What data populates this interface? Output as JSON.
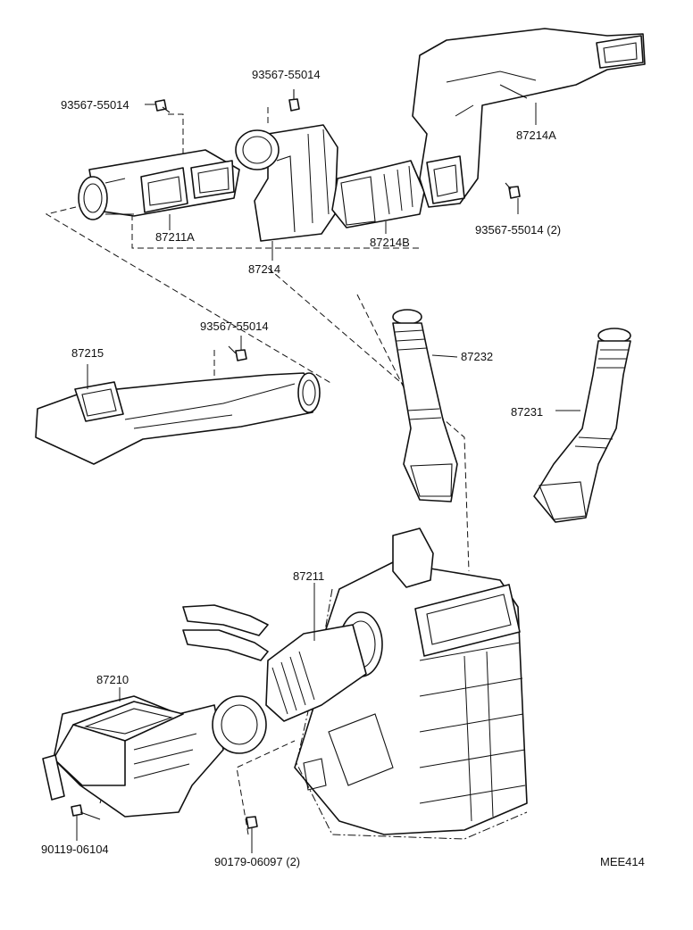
{
  "labels": {
    "screw_top_left": "93567-55014",
    "screw_top_mid": "93567-55014",
    "screw_right": "93567-55014 (2)",
    "screw_mid": "93567-55014",
    "part_87211A": "87211A",
    "part_87214": "87214",
    "part_87214B": "87214B",
    "part_87214A": "87214A",
    "part_87215": "87215",
    "part_87232": "87232",
    "part_87231": "87231",
    "part_87211": "87211",
    "part_87210": "87210",
    "bolt_bottom_left": "90119-06104",
    "bolt_bottom_mid": "90179-06097 (2)",
    "diagram_code": "MEE414"
  }
}
